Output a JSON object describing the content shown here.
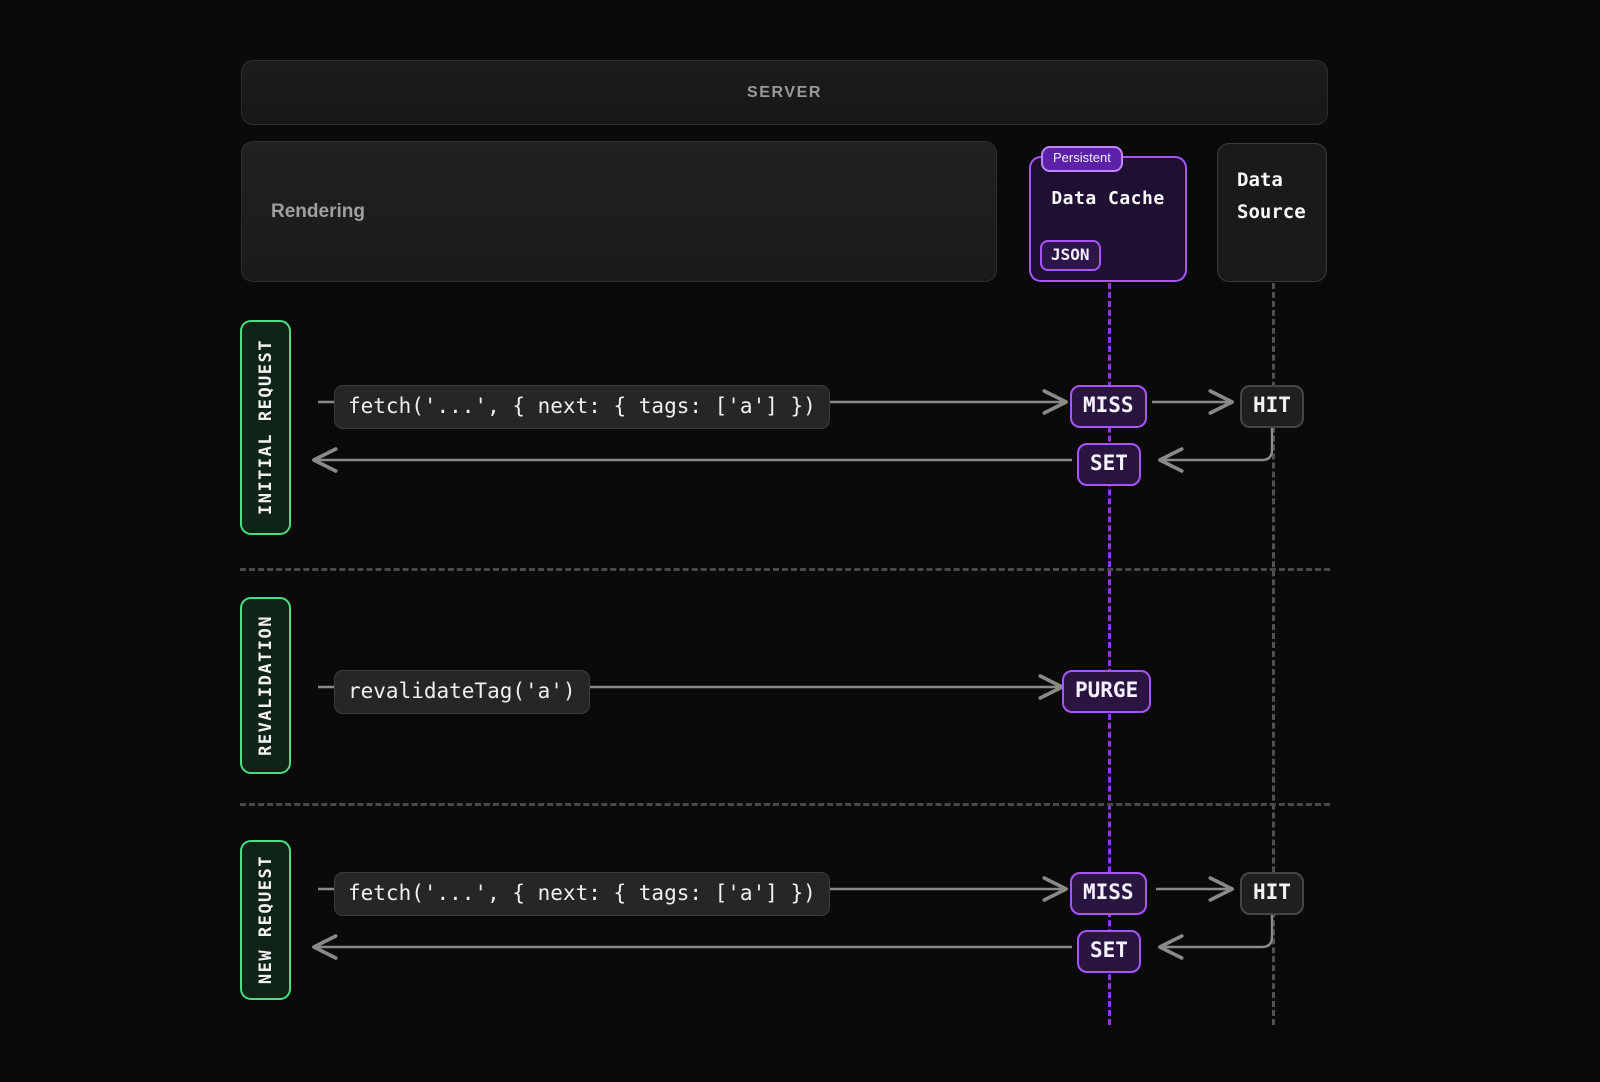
{
  "diagram": {
    "background_color": "#0a0a0a",
    "accent_purple": "#a855f7",
    "accent_green": "#4ade80",
    "line_gray": "#8a8a8a"
  },
  "server": {
    "title": "SERVER"
  },
  "rendering": {
    "label": "Rendering"
  },
  "data_cache": {
    "title": "Data Cache",
    "persistent_chip": "Persistent",
    "format_chip": "JSON"
  },
  "data_source": {
    "line1": "Data",
    "line2": "Source"
  },
  "sections": [
    {
      "phase_label": "INITIAL REQUEST",
      "rows": [
        {
          "code": "fetch('...', { next: { tags: ['a'] })",
          "cache_badge": "MISS",
          "cache_badge_style": "purple",
          "source_badge": "HIT",
          "source_badge_style": "gray",
          "direction": "request"
        },
        {
          "code": "",
          "cache_badge": "SET",
          "cache_badge_style": "purple",
          "source_badge": "",
          "source_badge_style": "",
          "direction": "response"
        }
      ]
    },
    {
      "phase_label": "REVALIDATION",
      "rows": [
        {
          "code": "revalidateTag('a')",
          "cache_badge": "PURGE",
          "cache_badge_style": "purple",
          "source_badge": "",
          "source_badge_style": "",
          "direction": "request"
        }
      ]
    },
    {
      "phase_label": "NEW REQUEST",
      "rows": [
        {
          "code": "fetch('...', { next: { tags: ['a'] })",
          "cache_badge": "MISS",
          "cache_badge_style": "purple",
          "source_badge": "HIT",
          "source_badge_style": "gray",
          "direction": "request"
        },
        {
          "code": "",
          "cache_badge": "SET",
          "cache_badge_style": "purple",
          "source_badge": "",
          "source_badge_style": "",
          "direction": "response"
        }
      ]
    }
  ]
}
